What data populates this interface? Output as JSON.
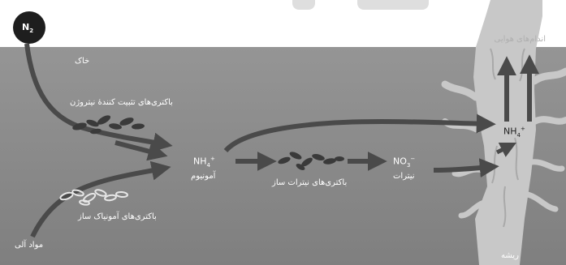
{
  "labels": {
    "n2": "N",
    "n2_sub": "2",
    "air_organs": "اندام‌های هوایی",
    "soil": "خاک",
    "nitrogen_fixing_bacteria": "باکتری‌های تثبیت کنندهٔ نیتروژن",
    "nh4_main": "NH",
    "nh4_main_sub": "4",
    "nh4_main_sup": "+",
    "ammonium": "آمونیوم",
    "nitrifying_bacteria": "باکتری‌های نیترات ساز",
    "no3": "NO",
    "no3_sub": "3",
    "no3_sup": "−",
    "nitrate": "نیترات",
    "nh4_root": "NH",
    "nh4_root_sub": "4",
    "nh4_root_sup": "+",
    "ammonifying_bacteria": "باکتری‌های آمونیاک ساز",
    "organic_matter": "مواد آلی",
    "root": "ریشه"
  },
  "colors": {
    "background": "#8a8a8a",
    "sky": "#ffffff",
    "arrow": "#4a4a4a",
    "root": "#c8c8c8",
    "bacteria_dark": "#3a3a3a",
    "bacteria_light": "#e6e6e6",
    "text": "#ffffff"
  }
}
